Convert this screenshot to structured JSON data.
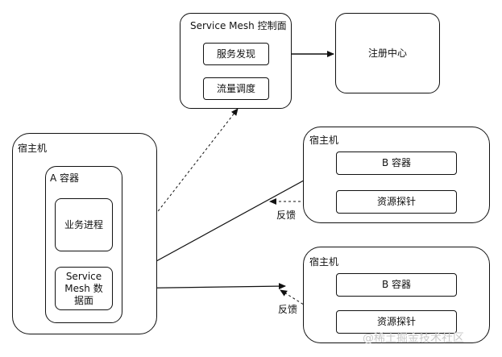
{
  "control_plane": {
    "title": "Service Mesh 控制面",
    "service_discovery": "服务发现",
    "traffic_scheduling": "流量调度"
  },
  "registry": {
    "label": "注册中心"
  },
  "host_a": {
    "title": "宿主机",
    "container_title": "A 容器",
    "business_process": "业务进程",
    "data_plane": "Service Mesh 数据面"
  },
  "host_b1": {
    "title": "宿主机",
    "container": "B 容器",
    "probe": "资源探针",
    "feedback": "反馈"
  },
  "host_b2": {
    "title": "宿主机",
    "container": "B 容器",
    "probe": "资源探针",
    "feedback": "反馈"
  },
  "watermark": "@稀土掘金技术社区"
}
